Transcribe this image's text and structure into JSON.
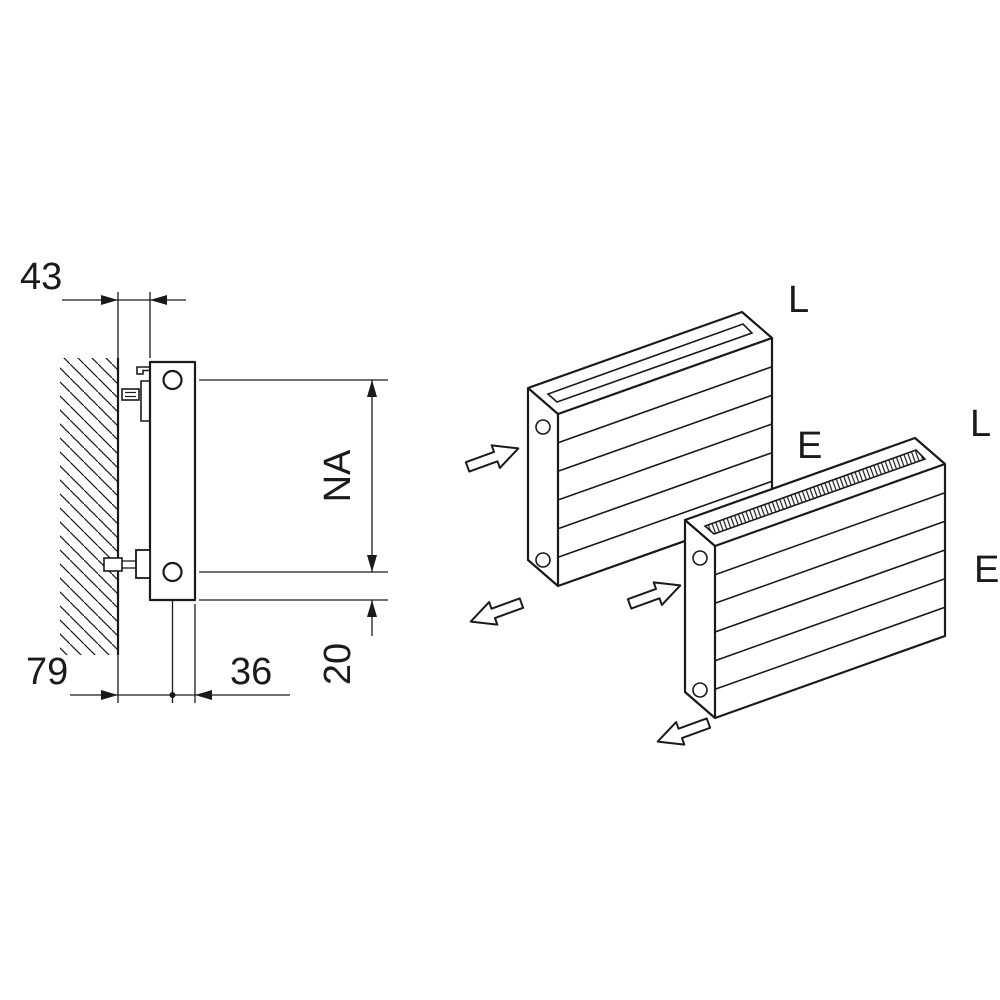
{
  "colors": {
    "background": "#ffffff",
    "line": "#1a1a1a"
  },
  "section_view": {
    "dimensions": {
      "wall_to_bracket_front": "43",
      "wall_to_pipe_center": "79",
      "pipe_center_to_front": "36",
      "hub_distance": "NA",
      "bottom_offset": "20"
    }
  },
  "iso_view": {
    "radiator_plain_top": {
      "top_label": "L",
      "end_label": "E"
    },
    "radiator_grille_top": {
      "top_label": "L",
      "end_label": "E"
    },
    "icons": {
      "flow_in": "flow-arrow-in",
      "flow_out": "flow-arrow-out"
    }
  }
}
